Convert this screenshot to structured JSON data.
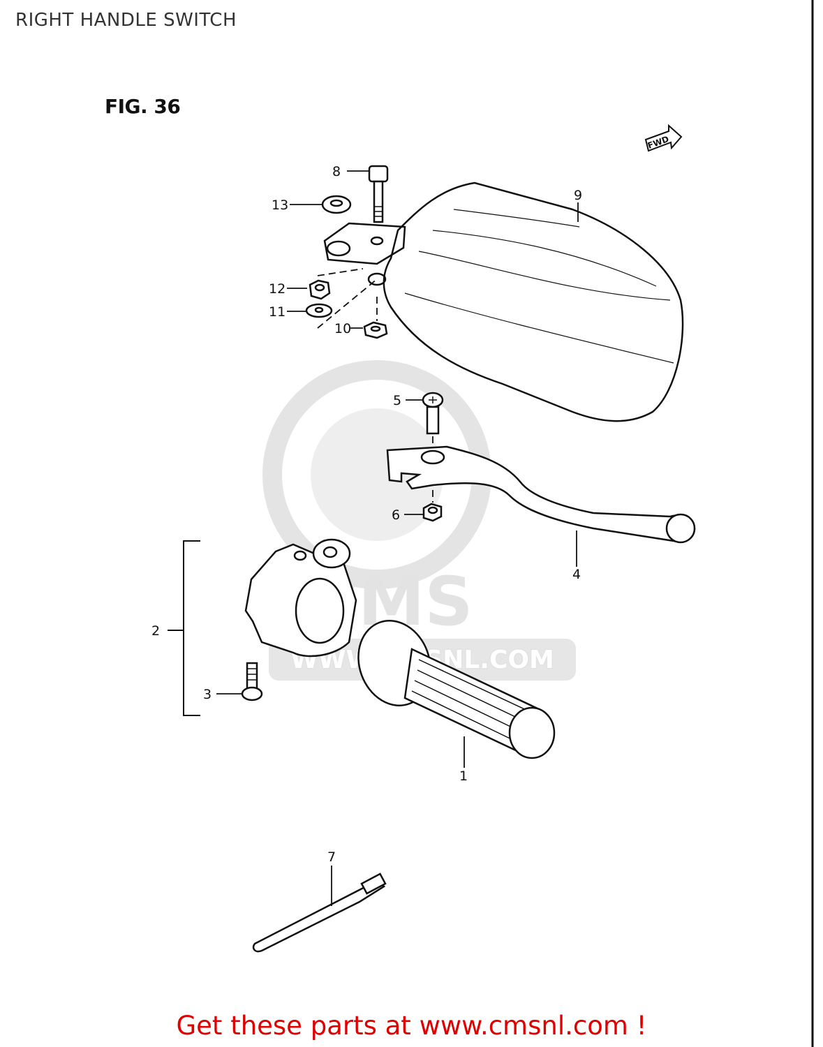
{
  "page": {
    "title": "RIGHT HANDLE SWITCH"
  },
  "figure": {
    "label": "FIG. 36",
    "direction_marker": "FWD"
  },
  "watermark": {
    "brand": "CMS",
    "url": "WWW.CMSNL.COM"
  },
  "callouts": [
    "1",
    "2",
    "3",
    "4",
    "5",
    "6",
    "7",
    "8",
    "9",
    "10",
    "11",
    "12",
    "13"
  ],
  "footer": {
    "cta": "Get these parts at www.cmsnl.com !"
  }
}
